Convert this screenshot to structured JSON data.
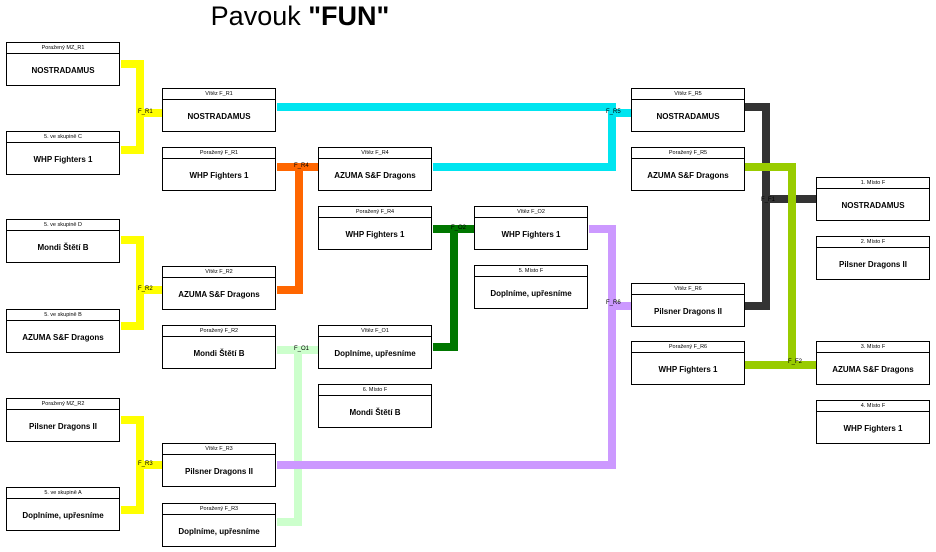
{
  "title": {
    "prefix": "Pavouk ",
    "name": "\"FUN\""
  },
  "boxes": [
    {
      "id": "a1",
      "header": "Poražený MZ_R1",
      "value": "NOSTRADAMUS"
    },
    {
      "id": "a2",
      "header": "5. ve skupině C",
      "value": "WHP Fighters 1"
    },
    {
      "id": "a3",
      "header": "5. ve skupině D",
      "value": "Mondi Štětí B"
    },
    {
      "id": "a4",
      "header": "5. ve skupině B",
      "value": "AZUMA S&F Dragons"
    },
    {
      "id": "a5",
      "header": "Poražený MZ_R2",
      "value": "Pilsner Dragons II"
    },
    {
      "id": "a6",
      "header": "5. ve skupině A",
      "value": "Doplníme, upřesníme"
    },
    {
      "id": "b1",
      "header": "Vítěz F_R1",
      "value": "NOSTRADAMUS"
    },
    {
      "id": "b2",
      "header": "Poražený F_R1",
      "value": "WHP Fighters 1"
    },
    {
      "id": "b3",
      "header": "Vítěz F_R2",
      "value": "AZUMA S&F Dragons"
    },
    {
      "id": "b4",
      "header": "Poražený F_R2",
      "value": "Mondi Štětí B"
    },
    {
      "id": "b5",
      "header": "Vítěz F_R3",
      "value": "Pilsner Dragons II"
    },
    {
      "id": "b6",
      "header": "Poražený F_R3",
      "value": "Doplníme, upřesníme"
    },
    {
      "id": "c1",
      "header": "Vítěz F_R4",
      "value": "AZUMA S&F Dragons"
    },
    {
      "id": "c2",
      "header": "Poražený F_R4",
      "value": "WHP Fighters 1"
    },
    {
      "id": "c3",
      "header": "Vítěz F_O1",
      "value": "Doplníme, upřesníme"
    },
    {
      "id": "c4",
      "header": "6. Místo F",
      "value": "Mondi Štětí B"
    },
    {
      "id": "d1",
      "header": "Vítěz F_O2",
      "value": "WHP Fighters 1"
    },
    {
      "id": "d2",
      "header": "5. Místo F",
      "value": "Doplníme, upřesníme"
    },
    {
      "id": "e1",
      "header": "Vítěz F_R5",
      "value": "NOSTRADAMUS"
    },
    {
      "id": "e2",
      "header": "Poražený F_R5",
      "value": "AZUMA S&F Dragons"
    },
    {
      "id": "e3",
      "header": "Vítěz F_R6",
      "value": "Pilsner Dragons II"
    },
    {
      "id": "e4",
      "header": "Poražený F_R6",
      "value": "WHP Fighters 1"
    },
    {
      "id": "f1",
      "header": "1. Místo F",
      "value": "NOSTRADAMUS"
    },
    {
      "id": "f2",
      "header": "2. Místo F",
      "value": "Pilsner Dragons II"
    },
    {
      "id": "f3",
      "header": "3. Místo F",
      "value": "AZUMA S&F Dragons"
    },
    {
      "id": "f4",
      "header": "4. Místo F",
      "value": "WHP Fighters 1"
    }
  ],
  "matches": [
    {
      "id": "F_R1",
      "label": "F_R1",
      "color": "#ffff00"
    },
    {
      "id": "F_R2",
      "label": "F_R2",
      "color": "#ffff00"
    },
    {
      "id": "F_R3",
      "label": "F_R3",
      "color": "#ffff00"
    },
    {
      "id": "F_R4",
      "label": "F_R4",
      "color": "#ff6600"
    },
    {
      "id": "F_R5",
      "label": "F_R5",
      "color": "#00e5f0"
    },
    {
      "id": "F_O1",
      "label": "F_O1",
      "color": "#ccffcc"
    },
    {
      "id": "F_O2",
      "label": "F_O2",
      "color": "#007700"
    },
    {
      "id": "F_R6",
      "label": "F_R6",
      "color": "#cc99ff"
    },
    {
      "id": "F_F1",
      "label": "F_F1",
      "color": "#333333"
    },
    {
      "id": "F_F2",
      "label": "F_F2",
      "color": "#99cc00"
    }
  ]
}
